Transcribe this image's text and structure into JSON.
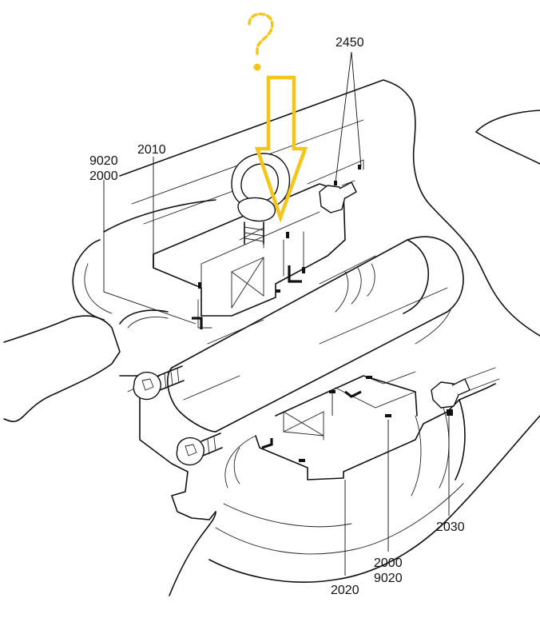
{
  "labels": {
    "l2450": "2450",
    "l2010": "2010",
    "l9020_top": "9020",
    "l2000_top": "2000",
    "l2030": "2030",
    "l2000_bottom": "2000",
    "l9020_bottom": "9020",
    "l2020": "2020"
  },
  "colors": {
    "arrow": "#f5c518",
    "line": "#111111",
    "background": "#ffffff"
  },
  "icons": {
    "arrow": "arrow-down-outline-icon",
    "question": "question-mark-icon"
  }
}
